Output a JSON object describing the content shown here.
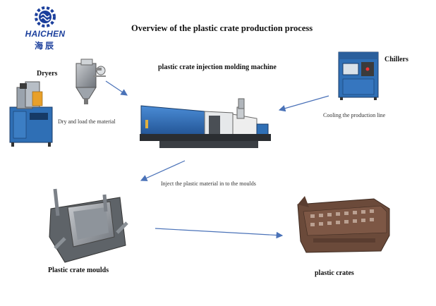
{
  "title": "Overview of the plastic crate production process",
  "logo": {
    "brand_name": "HAICHEN",
    "brand_chinese": "海辰",
    "color": "#1b3f9c"
  },
  "nodes": {
    "dryers": {
      "label": "Dryers"
    },
    "chillers": {
      "label": "Chillers"
    },
    "machine": {
      "label": "plastic crate injection molding machine"
    },
    "moulds": {
      "label": "Plastic crate moulds"
    },
    "crates": {
      "label": "plastic crates"
    }
  },
  "edges": {
    "dry_load": {
      "label": "Dry and load the material"
    },
    "cooling": {
      "label": "Cooling the production line"
    },
    "inject": {
      "label": "Inject the plastic material in to the moulds"
    }
  },
  "colors": {
    "arrow": "#4a72b8",
    "machine_blue": "#2f6fb5",
    "crate_brown": "#6b4a3a"
  }
}
